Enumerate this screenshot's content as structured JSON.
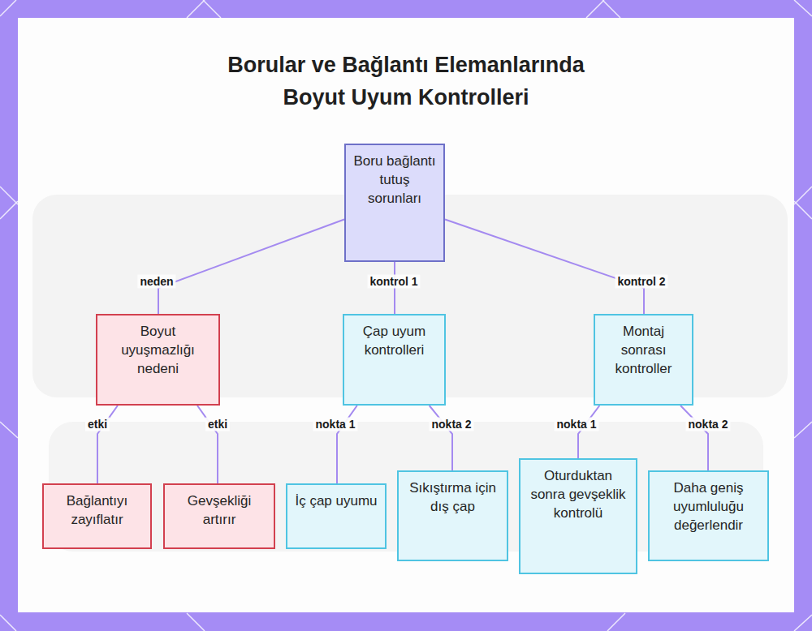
{
  "diagram": {
    "title": "Borular ve Bağlantı Elemanlarında Boyut Uyum Kontrolleri",
    "nodes": [
      {
        "text": [
          "Boru bağlantı tutuş sorunları"
        ]
      },
      {
        "text": [
          "Boyut uyuşmazlığı nedeni"
        ]
      },
      {
        "text": [
          "Çap uyum kontrolleri"
        ]
      },
      {
        "text": [
          "Montaj sonrası kontroller"
        ]
      },
      {
        "text": [
          "Bağlantıyı zayıflatır"
        ]
      },
      {
        "text": [
          "Gevşekliği artırır"
        ]
      },
      {
        "text": [
          "İç çap uyumu"
        ]
      },
      {
        "text": [
          "Sıkıştırma için dış çap"
        ]
      },
      {
        "text": [
          "Oturduktan sonra gevşeklik kontrolü"
        ]
      },
      {
        "text": [
          "Daha geniş uyumluluğu değerlendir"
        ]
      }
    ],
    "edges": [
      {
        "from": 0,
        "to": 1,
        "label": "neden",
        "arrow": "none"
      },
      {
        "from": 0,
        "to": 2,
        "label": "kontrol 1",
        "arrow": "none"
      },
      {
        "from": 0,
        "to": 3,
        "label": "kontrol 2",
        "arrow": "none"
      },
      {
        "from": 1,
        "to": 4,
        "label": "etki",
        "arrow": "none"
      },
      {
        "from": 1,
        "to": 5,
        "label": "etki",
        "arrow": "none"
      },
      {
        "from": 2,
        "to": 6,
        "label": "nokta 1",
        "arrow": "none"
      },
      {
        "from": 2,
        "to": 7,
        "label": "nokta 2",
        "arrow": "none"
      },
      {
        "from": 3,
        "to": 8,
        "label": "nokta 1",
        "arrow": "none"
      },
      {
        "from": 3,
        "to": 9,
        "label": "nokta 2",
        "arrow": "none"
      }
    ]
  }
}
